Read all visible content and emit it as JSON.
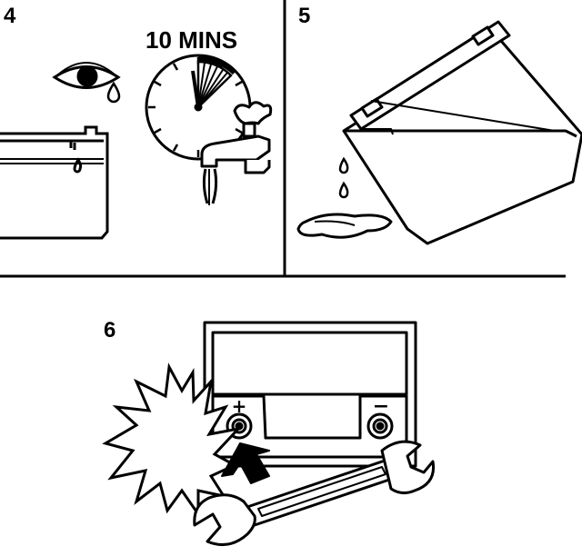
{
  "panels": [
    {
      "number": "4",
      "caption": "10 MINS"
    },
    {
      "number": "5"
    },
    {
      "number": "6"
    }
  ],
  "terminals": {
    "positive": "+",
    "negative": "−"
  },
  "icons": {
    "panel4": [
      "eye-icon",
      "tear-drop-icon",
      "clock-icon",
      "water-tap-icon",
      "battery-icon"
    ],
    "panel5": [
      "tilted-battery-icon",
      "drip-icon",
      "spill-puddle-icon"
    ],
    "panel6": [
      "battery-front-icon",
      "starburst-spark-icon",
      "arrow-icon",
      "wrench-icon"
    ]
  },
  "colors": {
    "ink": "#000000",
    "paper": "#ffffff"
  }
}
